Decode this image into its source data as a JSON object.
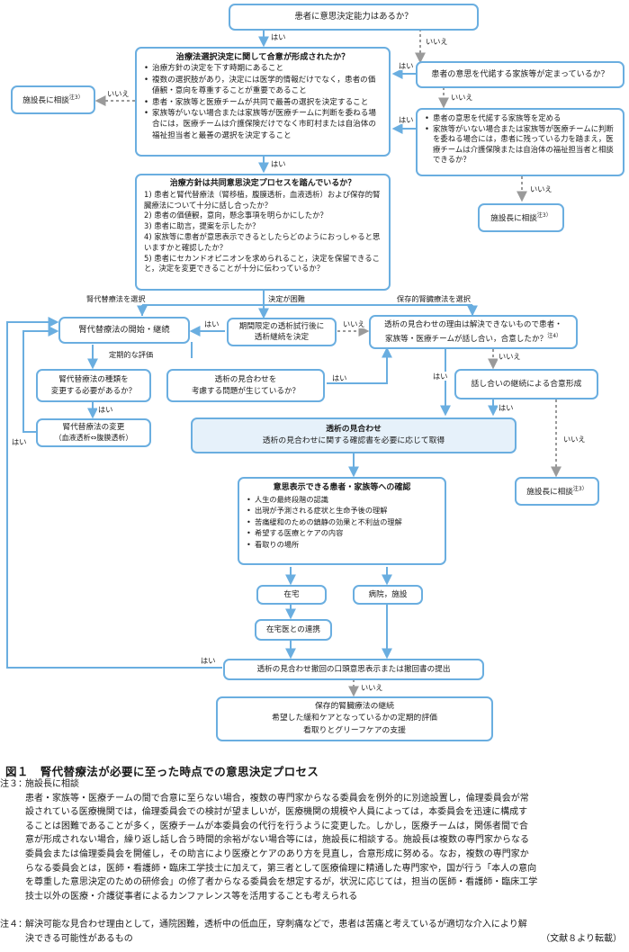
{
  "figure": {
    "caption": "図１　腎代替療法が必要に至った時点での意思決定プロセス",
    "source": "（文献８より転載）"
  },
  "nodes": {
    "capacity_question": "患者に意思決定能力はあるか？",
    "consensus": {
      "title": "治療法選択決定に関して合意が形成されたか？",
      "bullets": [
        "治療方針の決定を下す時期にあること",
        "複数の選択肢があり，決定には医学的情報だけでなく，患者の価値観・意向を尊重することが重要であること",
        "患者・家族等と医療チームが共同で最善の選択を決定すること",
        "家族等がいない場合または家族等が医療チームに判断を委ねる場合には，医療チームは介護保険だけでなく市町村または自治体の福祉担当者と最善の選択を決定すること"
      ]
    },
    "consult_director_left": "施設長に相談",
    "proxy_question": "患者の意思を代諾する家族等が定まっているか？",
    "proxy_action": {
      "bullets": [
        "患者の意思を代諾する家族等を定める",
        "家族等がいない場合または家族等が医療チームに判断を委ねる場合には，患者に残っている力を踏まえ，医療チームは介護保険または自治体の福祉担当者と相談できるか？"
      ]
    },
    "consult_director_proxy": "施設長に相談",
    "shared_process": {
      "title": "治療方針は共同意思決定プロセスを踏んでいるか？",
      "items": [
        "1) 患者と腎代替療法（腎移植，腹膜透析，血液透析）および保存的腎臓療法について十分に話し合ったか？",
        "2) 患者の価値観，意向，懸念事項を明らかにしたか？",
        "3) 患者に助言，提案を示したか？",
        "4) 家族等に患者が意思表示できるとしたらどのようにおっしゃると思いますかと確認したか？",
        "5) 患者にセカンドオピニオンを求められること，決定を保留できること，決定を変更できることが十分に伝わっているか？"
      ]
    },
    "rrt_start": "腎代替療法の開始・継続",
    "trial_dialysis": [
      "期間限定の透析試行後に",
      "透析継続を決定"
    ],
    "unsolvable_question": [
      "透析の見合わせの理由は解決できないもので患者・",
      "家族等・医療チームが話し合い，合意したか？"
    ],
    "change_type_question": [
      "腎代替療法の種類を",
      "変更する必要があるか？"
    ],
    "reconsider_problem": [
      "透析の見合わせを",
      "考慮する問題が生じているか？"
    ],
    "continue_discussion": "話し合いの継続による合意形成",
    "rrt_change": [
      "腎代替療法の変更",
      "（血液透析⇔腹膜透析）"
    ],
    "withholding": [
      "透析の見合わせ",
      "透析の見合わせに関する確認書を必要に応じて取得"
    ],
    "consult_director_right": "施設長に相談",
    "confirm": {
      "title": "意思表示できる患者・家族等への確認",
      "bullets": [
        "人生の最終段階の認識",
        "出現が予測される症状と生命予後の理解",
        "苦痛緩和のための鎮静の効果と不利益の理解",
        "希望する医療とケアの内容",
        "看取りの場所"
      ]
    },
    "home": "在宅",
    "hospital": "病院，施設",
    "home_doctor": "在宅医との連携",
    "withdrawal": "透析の見合わせ撤回の口頭意思表示または撤回書の提出",
    "conservative": [
      "保存的腎臓療法の継続",
      "希望した緩和ケアとなっているかの定期的評価",
      "看取りとグリーフケアの支援"
    ]
  },
  "note_marks": {
    "note3": "注3）",
    "note4": "注4）"
  },
  "edge_labels": {
    "yes": "はい",
    "no": "いいえ",
    "choose_rrt": "腎代替療法を選択",
    "decision_difficult": "決定が困難",
    "choose_conservative": "保存的腎臓療法を選択",
    "periodic_eval": "定期的な評価"
  },
  "notes": {
    "note3_label": "注３：",
    "note3_heading": "施設長に相談",
    "note3_lines": [
      "患者・家族等・医療チームの間で合意に至らない場合，複数の専門家からなる委員会を例外的に別途設置し，倫理委員会が常",
      "設されている医療機関では，倫理委員会での検討が望ましいが，医療機関の規模や人員によっては，本委員会を迅速に構成す",
      "ることは困難であることが多く，医療チームが本委員会の代行を行うように変更した。しかし，医療チームは，関係者間で合",
      "意が形成されない場合，繰り返し話し合う時間的余裕がない場合等には，施設長に相談する。施設長は複数の専門家からなる",
      "委員会または倫理委員会を開催し，その助言により医療とケアのあり方を見直し，合意形成に努める。なお，複数の専門家か",
      "らなる委員会とは，医師・看護師・臨床工学技士に加えて，第三者として医療倫理に精通した専門家や，国が行う「本人の意向",
      "を尊重した意思決定のための研修会」の修了者からなる委員会を想定するが，状況に応じては，担当の医師・看護師・臨床工学",
      "技士以外の医療・介護従事者によるカンファレンス等を活用することも考えられる"
    ],
    "note4_label": "注４：",
    "note4_lines": [
      "解決可能な見合わせ理由として，通院困難，透析中の低血圧，穿刺痛などで，患者は苦痛と考えているが適切な介入により解",
      "決できる可能性があるもの"
    ]
  },
  "colors": {
    "box_border": "#6aaee0",
    "arrow_solid": "#6aaee0",
    "arrow_dotted": "#9a9a9a",
    "highlight_fill": "#e6f1fa"
  }
}
